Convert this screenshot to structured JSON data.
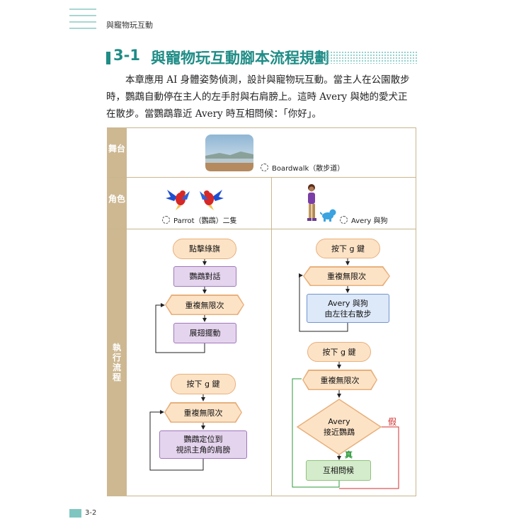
{
  "header": {
    "chapter_title": "與寵物玩互動"
  },
  "section": {
    "number": "3-1",
    "title": "與寵物玩互動腳本流程規劃"
  },
  "intro_lines": [
    "本章應用 AI 身體姿勢偵測，設計與寵物玩互動。當主人在公園散步",
    "時，鸚鵡自動停在主人的左手肘與右肩膀上。這時 Avery 與她的愛犬正",
    "在散步。當鸚鵡靠近 Avery 時互相問候：「你好」。"
  ],
  "table": {
    "row_labels": {
      "stage": "舞台",
      "sprites": "角色",
      "flow": "執行流程"
    },
    "stage_caption": "Boardwalk（散步道）",
    "sprite_left_caption": "Parrot（鸚鵡）二隻",
    "sprite_right_caption": "Avery 與狗"
  },
  "flow_left": {
    "a_start": "點擊綠旗",
    "a_talk": "鸚鵡對話",
    "a_loop": "重複無限次",
    "a_flap": "展翅擺動",
    "b_start": "按下 g 鍵",
    "b_loop": "重複無限次",
    "b_action_line1": "鸚鵡定位到",
    "b_action_line2": "視訊主角的肩膀"
  },
  "flow_right": {
    "a_start": "按下 g 鍵",
    "a_loop": "重複無限次",
    "a_action_line1": "Avery 與狗",
    "a_action_line2": "由左往右散步",
    "b_start": "按下 g 鍵",
    "b_loop": "重複無限次",
    "decision_line1": "Avery",
    "decision_line2": "接近鸚鵡",
    "false_label": "假",
    "true_label": "真",
    "greet": "互相問候"
  },
  "colors": {
    "accent": "#1f8c86",
    "side_bar": "#cdb892",
    "start_fill": "#fde3c6",
    "purple_fill": "#e5d4ee",
    "blue_fill": "#dde8f8",
    "green_fill": "#d5eccc",
    "false_line": "#d32f2f",
    "true_line": "#2e9a3a"
  },
  "footer": {
    "page_number": "3-2"
  }
}
